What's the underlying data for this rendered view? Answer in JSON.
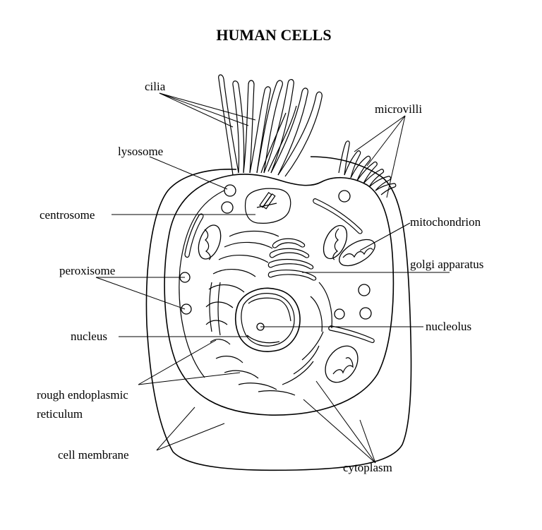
{
  "title": "HUMAN CELLS",
  "labels": {
    "cilia": "cilia",
    "microvilli": "microvilli",
    "lysosome": "lysosome",
    "centrosome": "centrosome",
    "mitochondrion": "mitochondrion",
    "golgi": "golgi apparatus",
    "peroxisome": "peroxisome",
    "nucleus": "nucleus",
    "nucleolus": "nucleolus",
    "rer_line1": "rough endoplasmic",
    "rer_line2": "reticulum",
    "cell_membrane": "cell membrane",
    "cytoplasm": "cytoplasm"
  },
  "colors": {
    "line": "#000000",
    "background": "#ffffff"
  }
}
